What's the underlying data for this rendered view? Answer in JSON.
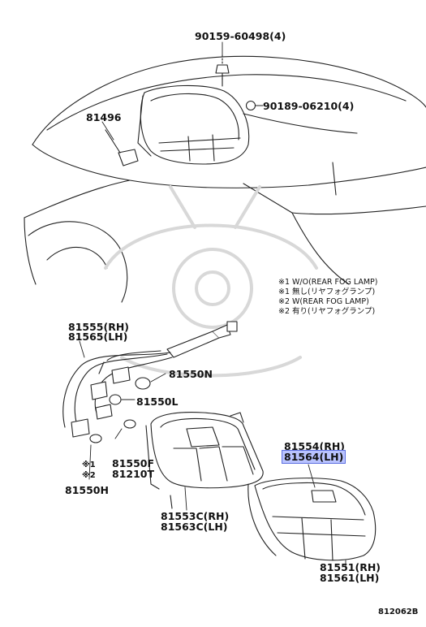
{
  "parts": {
    "bolt": "90159-60498(4)",
    "nut": "90189-06210(4)",
    "socket_side": "81496",
    "wire_rh": "81555(RH)",
    "wire_lh": "81565(LH)",
    "bulb_n": "81550N",
    "bulb_l": "81550L",
    "bulb_f": "81550F",
    "bulb_t": "81210T",
    "bulb_h": "81550H",
    "gasket_rh": "81554(RH)",
    "gasket_lh": "81564(LH)",
    "housing_rh": "81553C(RH)",
    "housing_lh": "81563C(LH)",
    "lens_rh": "81551(RH)",
    "lens_lh": "81561(LH)"
  },
  "marks": {
    "m1": "※1",
    "m2": "※2"
  },
  "notes": [
    "※1 W/O(REAR FOG LAMP)",
    "※1 無し(リヤフォグランプ)",
    "※2 W(REAR FOG LAMP)",
    "※2 有り(リヤフォグランプ)"
  ],
  "figure_id": "812062B"
}
